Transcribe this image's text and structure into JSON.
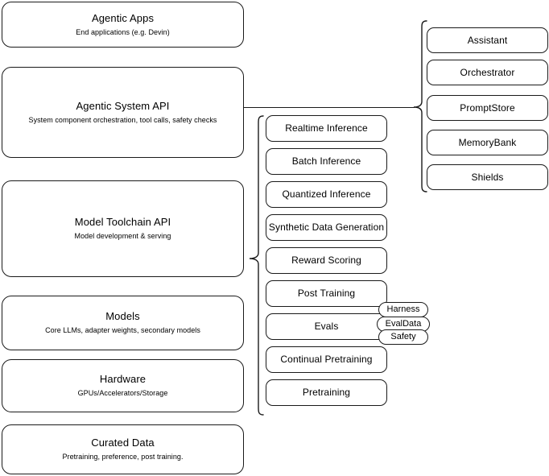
{
  "diagram": {
    "title": "Llama Stack layered architecture diagram",
    "stroke_color": "#1a1a1a",
    "background_color": "#ffffff"
  },
  "layers": [
    {
      "id": "agentic-apps",
      "title": "Agentic Apps",
      "subtitle": "End applications (e.g. Devin)"
    },
    {
      "id": "agentic-system-api",
      "title": "Agentic System API",
      "subtitle": "System component orchestration, tool calls, safety checks"
    },
    {
      "id": "model-toolchain-api",
      "title": "Model Toolchain API",
      "subtitle": "Model development & serving"
    },
    {
      "id": "models",
      "title": "Models",
      "subtitle": "Core LLMs, adapter weights, secondary models"
    },
    {
      "id": "hardware",
      "title": "Hardware",
      "subtitle": "GPUs/Accelerators/Storage"
    },
    {
      "id": "curated-data",
      "title": "Curated Data",
      "subtitle": "Pretraining, preference, post training."
    }
  ],
  "toolchain_capabilities": [
    {
      "id": "realtime-inference",
      "label": "Realtime Inference"
    },
    {
      "id": "batch-inference",
      "label": "Batch Inference"
    },
    {
      "id": "quantized-inference",
      "label": "Quantized Inference"
    },
    {
      "id": "synthetic-data-generation",
      "label": "Synthetic Data Generation"
    },
    {
      "id": "reward-scoring",
      "label": "Reward Scoring"
    },
    {
      "id": "post-training",
      "label": "Post Training"
    },
    {
      "id": "evals",
      "label": "Evals"
    },
    {
      "id": "continual-pretraining",
      "label": "Continual Pretraining"
    },
    {
      "id": "pretraining",
      "label": "Pretraining"
    }
  ],
  "eval_subcomponents": [
    {
      "id": "harness",
      "label": "Harness"
    },
    {
      "id": "evaldata",
      "label": "EvalData"
    },
    {
      "id": "safety",
      "label": "Safety"
    }
  ],
  "system_components": [
    {
      "id": "assistant",
      "label": "Assistant"
    },
    {
      "id": "orchestrator",
      "label": "Orchestrator"
    },
    {
      "id": "promptstore",
      "label": "PromptStore"
    },
    {
      "id": "memorybank",
      "label": "MemoryBank"
    },
    {
      "id": "shields",
      "label": "Shields"
    }
  ]
}
